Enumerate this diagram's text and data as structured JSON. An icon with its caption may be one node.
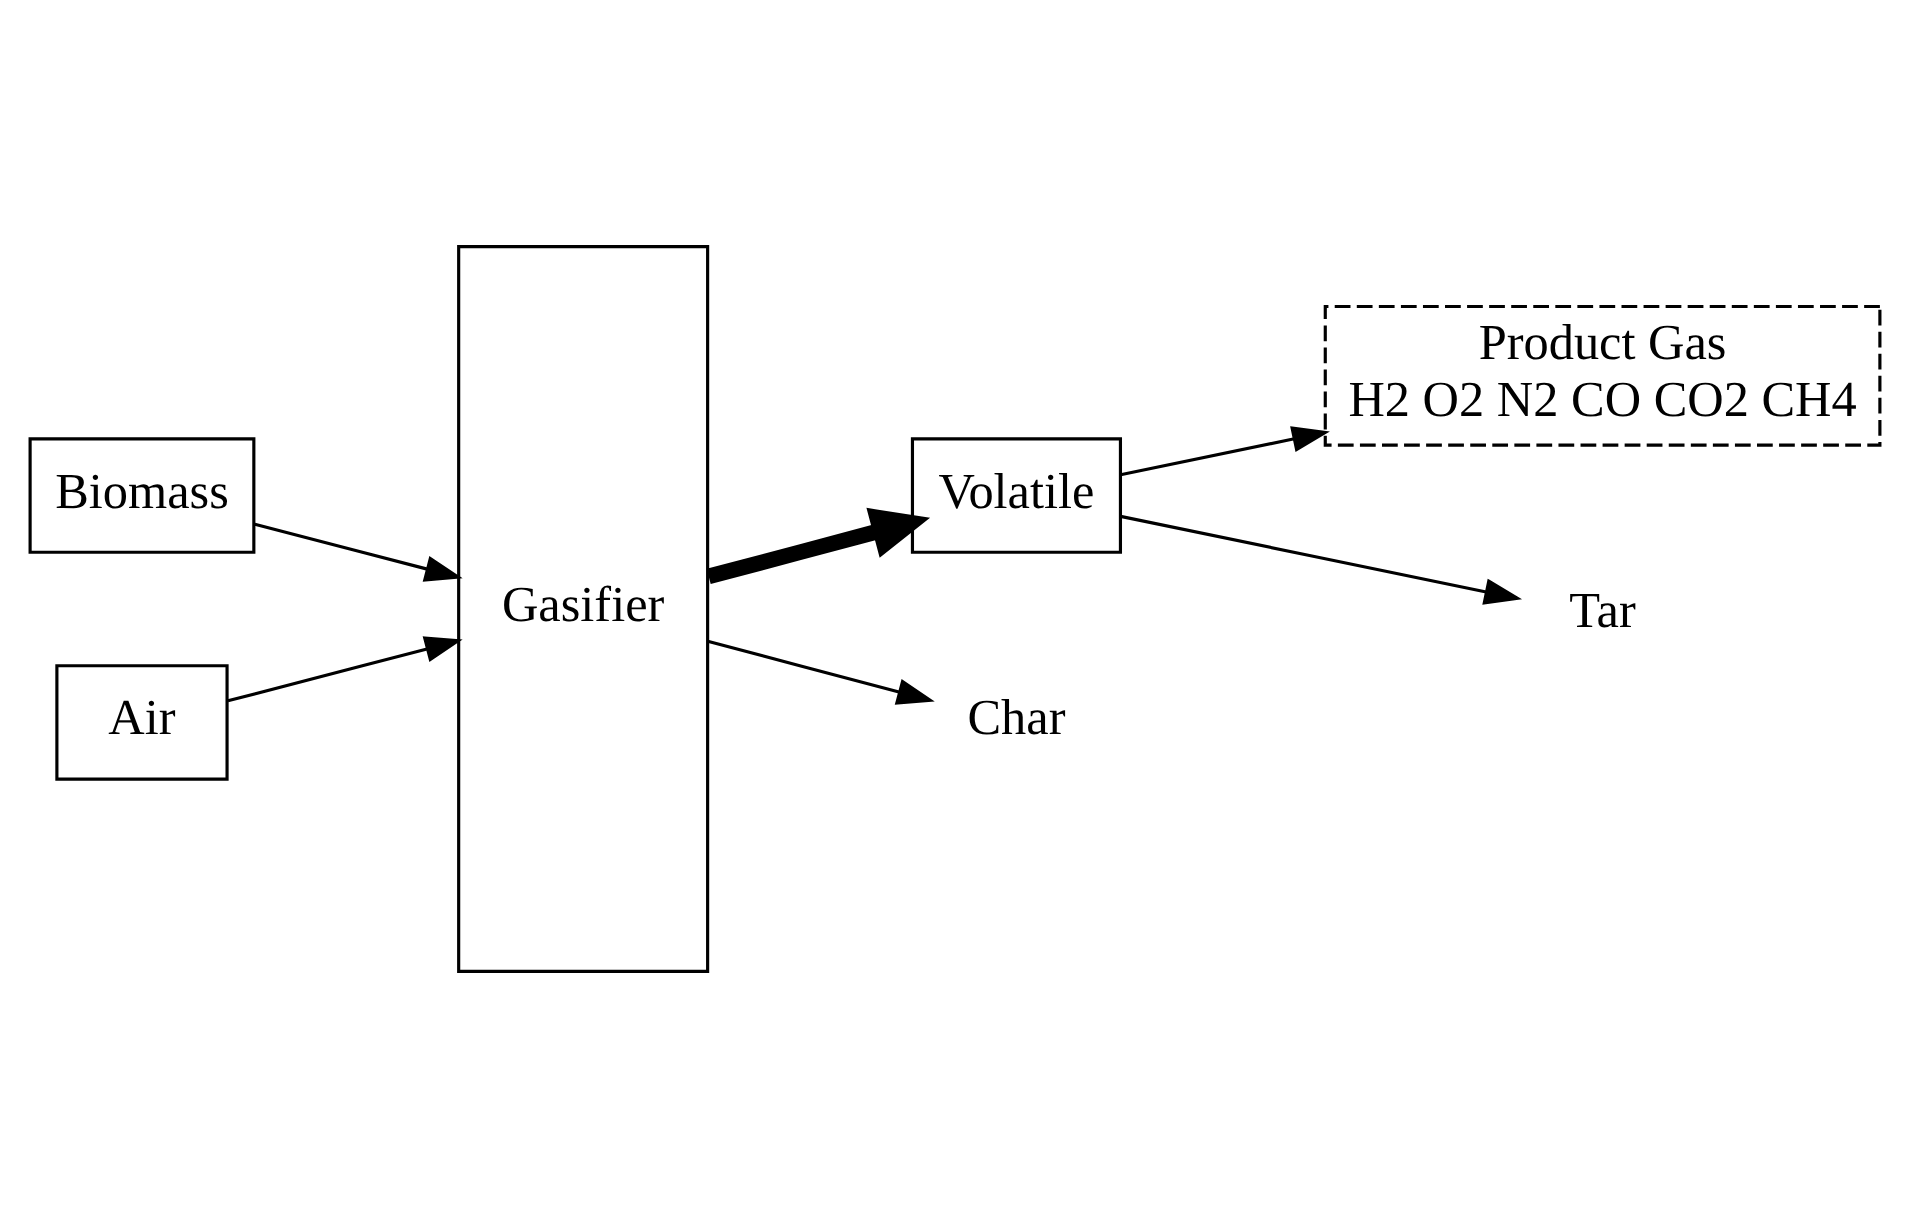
{
  "diagram": {
    "nodes": [
      {
        "text": [
          "Biomass"
        ]
      },
      {
        "text": [
          "Air"
        ]
      },
      {
        "text": [
          "Gasifier"
        ]
      },
      {
        "text": [
          "Volatile"
        ]
      },
      {
        "text": [
          "Product Gas",
          "H2 O2 N2 CO CO2 CH4"
        ]
      },
      {
        "text": [
          "Tar"
        ]
      },
      {
        "text": [
          "Char"
        ]
      }
    ],
    "edges": [
      {
        "from": 0,
        "to": 2,
        "arrow": "to"
      },
      {
        "from": 1,
        "to": 2,
        "arrow": "to"
      },
      {
        "from": 2,
        "to": 3,
        "arrow": "to",
        "style": "thick"
      },
      {
        "from": 3,
        "to": 4,
        "arrow": "to"
      },
      {
        "from": 3,
        "to": 5,
        "arrow": "to"
      },
      {
        "from": 2,
        "to": 6,
        "arrow": "to"
      }
    ]
  }
}
